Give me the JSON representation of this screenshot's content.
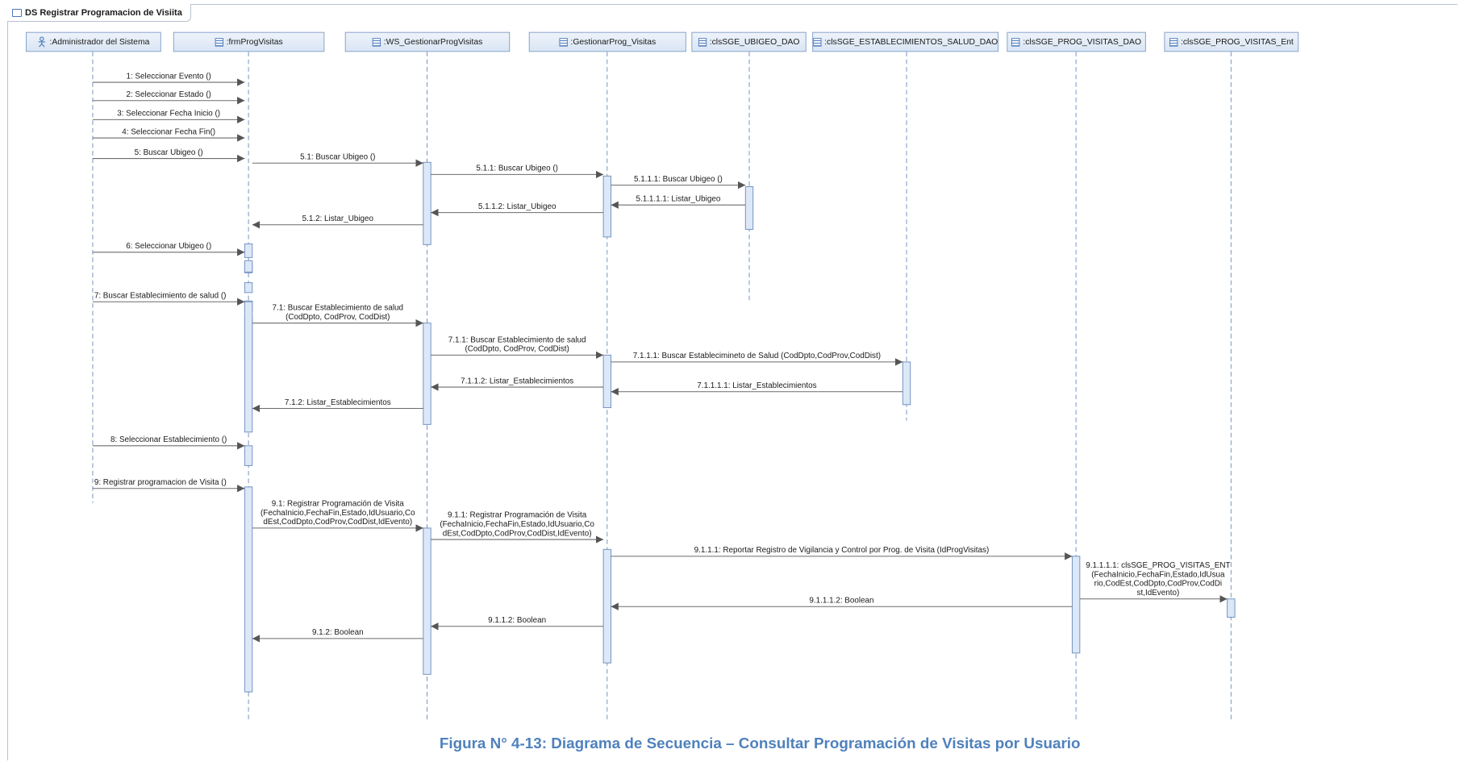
{
  "diagram_title": "DS Registrar Programacion de  Visiita",
  "figure_caption": "Figura N° 4-13: Diagrama de Secuencia – Consultar Programación de Visitas por Usuario",
  "lifelines": [
    {
      "id": "actor",
      "label": ":Administrador del Sistema",
      "icon": "actor-icon"
    },
    {
      "id": "frm",
      "label": ":frmProgVisitas",
      "icon": "class-icon"
    },
    {
      "id": "ws",
      "label": ":WS_GestionarProgVisitas",
      "icon": "class-icon"
    },
    {
      "id": "gest",
      "label": ":GestionarProg_Visitas",
      "icon": "class-icon"
    },
    {
      "id": "ubigeo",
      "label": ":clsSGE_UBIGEO_DAO",
      "icon": "class-icon"
    },
    {
      "id": "estab",
      "label": ":clsSGE_ESTABLECIMIENTOS_SALUD_DAO",
      "icon": "class-icon"
    },
    {
      "id": "progdao",
      "label": ":clsSGE_PROG_VISITAS_DAO",
      "icon": "class-icon"
    },
    {
      "id": "progent",
      "label": ":clsSGE_PROG_VISITAS_Ent",
      "icon": "class-icon"
    }
  ],
  "messages": [
    {
      "from": "actor",
      "to": "frm",
      "label": [
        "1: Seleccionar Evento ()"
      ],
      "kind": "call"
    },
    {
      "from": "actor",
      "to": "frm",
      "label": [
        "2: Seleccionar Estado ()"
      ],
      "kind": "call"
    },
    {
      "from": "actor",
      "to": "frm",
      "label": [
        "3: Seleccionar Fecha Inicio ()"
      ],
      "kind": "call"
    },
    {
      "from": "actor",
      "to": "frm",
      "label": [
        "4: Seleccionar Fecha Fin()"
      ],
      "kind": "call"
    },
    {
      "from": "actor",
      "to": "frm",
      "label": [
        "5: Buscar Ubigeo ()"
      ],
      "kind": "call"
    },
    {
      "from": "frm",
      "to": "ws",
      "label": [
        "5.1: Buscar Ubigeo ()"
      ],
      "kind": "call"
    },
    {
      "from": "ws",
      "to": "gest",
      "label": [
        "5.1.1: Buscar Ubigeo ()"
      ],
      "kind": "call"
    },
    {
      "from": "gest",
      "to": "ubigeo",
      "label": [
        "5.1.1.1: Buscar Ubigeo ()"
      ],
      "kind": "call"
    },
    {
      "from": "ubigeo",
      "to": "gest",
      "label": [
        "5.1.1.1.1: Listar_Ubigeo"
      ],
      "kind": "return"
    },
    {
      "from": "gest",
      "to": "ws",
      "label": [
        "5.1.1.2: Listar_Ubigeo"
      ],
      "kind": "return"
    },
    {
      "from": "ws",
      "to": "frm",
      "label": [
        "5.1.2: Listar_Ubigeo"
      ],
      "kind": "return"
    },
    {
      "from": "actor",
      "to": "frm",
      "label": [
        "6: Seleccionar Ubigeo ()"
      ],
      "kind": "call"
    },
    {
      "from": "actor",
      "to": "frm",
      "label": [
        "7: Buscar Establecimiento de salud ()"
      ],
      "kind": "call",
      "label_align": "start"
    },
    {
      "from": "frm",
      "to": "ws",
      "label": [
        "7.1: Buscar Establecimiento de salud",
        "(CodDpto, CodProv, CodDist)"
      ],
      "kind": "call"
    },
    {
      "from": "ws",
      "to": "gest",
      "label": [
        "7.1.1: Buscar Establecimiento de salud",
        "(CodDpto, CodProv, CodDist)"
      ],
      "kind": "call"
    },
    {
      "from": "gest",
      "to": "estab",
      "label": [
        "7.1.1.1: Buscar Establecimineto de Salud (CodDpto,CodProv,CodDist)"
      ],
      "kind": "call"
    },
    {
      "from": "estab",
      "to": "gest",
      "label": [
        "7.1.1.1.1: Listar_Establecimientos"
      ],
      "kind": "return"
    },
    {
      "from": "gest",
      "to": "ws",
      "label": [
        "7.1.1.2: Listar_Establecimientos"
      ],
      "kind": "return"
    },
    {
      "from": "ws",
      "to": "frm",
      "label": [
        "7.1.2: Listar_Establecimientos"
      ],
      "kind": "return"
    },
    {
      "from": "actor",
      "to": "frm",
      "label": [
        "8: Seleccionar Establecimiento ()"
      ],
      "kind": "call"
    },
    {
      "from": "actor",
      "to": "frm",
      "label": [
        "9: Registrar programacion de Visita ()"
      ],
      "kind": "call",
      "label_align": "start"
    },
    {
      "from": "frm",
      "to": "ws",
      "label": [
        "9.1: Registrar Programación de Visita",
        "(FechaInicio,FechaFin,Estado,IdUsuario,Co",
        "dEst,CodDpto,CodProv,CodDist,IdEvento)"
      ],
      "kind": "call"
    },
    {
      "from": "ws",
      "to": "gest",
      "label": [
        "9.1.1: Registrar Programación de Visita",
        "(FechaInicio,FechaFin,Estado,IdUsuario,Co",
        "dEst,CodDpto,CodProv,CodDist,IdEvento)"
      ],
      "kind": "call"
    },
    {
      "from": "gest",
      "to": "progdao",
      "label": [
        "9.1.1.1: Reportar Registro de Vigilancia y Control por Prog. de Visita (IdProgVisitas)"
      ],
      "kind": "call"
    },
    {
      "from": "progdao",
      "to": "progent",
      "label": [
        "9.1.1.1.1: clsSGE_PROG_VISITAS_ENT",
        "(FechaInicio,FechaFin,Estado,IdUsua",
        "rio,CodEst,CodDpto,CodProv,CodDi",
        "st,IdEvento)"
      ],
      "kind": "call",
      "label_align": "right-stack"
    },
    {
      "from": "progdao",
      "to": "gest",
      "label": [
        "9.1.1.1.2: Boolean"
      ],
      "kind": "return"
    },
    {
      "from": "gest",
      "to": "ws",
      "label": [
        "9.1.1.2: Boolean"
      ],
      "kind": "return"
    },
    {
      "from": "ws",
      "to": "frm",
      "label": [
        "9.1.2: Boolean"
      ],
      "kind": "return"
    }
  ]
}
